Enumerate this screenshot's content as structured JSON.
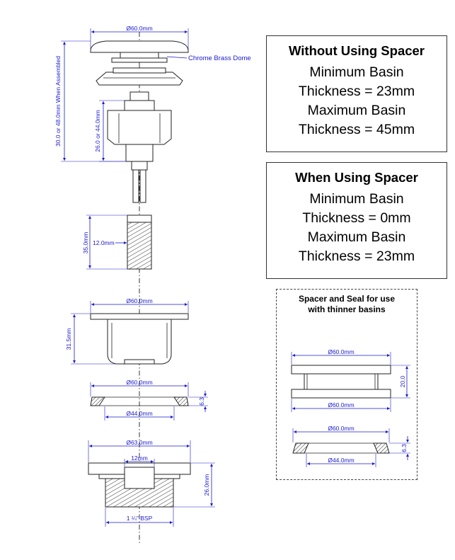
{
  "dimensions": {
    "dome_diameter": "Ø60.0mm",
    "dome_label": "Chrome Brass Dome",
    "assembled_height": "30.0 or 48.0mm When Assembled",
    "mechanism_height": "26.0 or 44.0mm",
    "stud_length": "35.0mm",
    "stud_diameter": "12.0mm",
    "body_flange_diameter": "Ø60.0mm",
    "body_depth": "31.5mm",
    "seal_outer_diameter": "Ø60.0mm",
    "seal_inner_diameter": "Ø44.0mm",
    "seal_thickness": "6.3",
    "nut_outer_diameter": "Ø63.0mm",
    "nut_bore": "12mm",
    "nut_height": "26.0mm",
    "thread": "1 ¼\" BSP"
  },
  "without_spacer": {
    "heading": "Without Using Spacer",
    "line1": "Minimum Basin",
    "line2": "Thickness = 23mm",
    "line3": "Maximum Basin",
    "line4": "Thickness = 45mm"
  },
  "with_spacer": {
    "heading": "When Using Spacer",
    "line1": "Minimum Basin",
    "line2": "Thickness = 0mm",
    "line3": "Maximum Basin",
    "line4": "Thickness = 23mm"
  },
  "spacer_panel": {
    "title_line1": "Spacer and Seal for use",
    "title_line2": "with thinner basins",
    "spacer_top_diameter": "Ø60.0mm",
    "spacer_height": "20.0",
    "spacer_bottom_diameter": "Ø60.0mm",
    "seal_outer_diameter": "Ø60.0mm",
    "seal_thickness": "6.3",
    "seal_inner_diameter": "Ø44.0mm"
  }
}
